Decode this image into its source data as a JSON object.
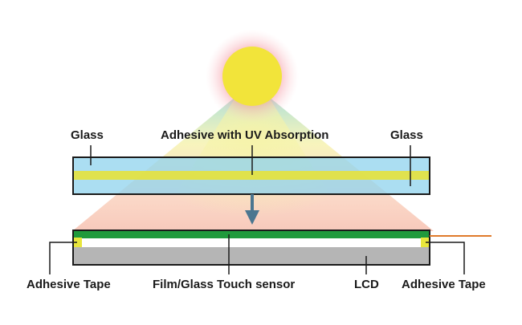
{
  "labels": {
    "glass_left": "Glass",
    "adhesive_uv": "Adhesive with UV Absorption",
    "glass_right": "Glass",
    "adhesive_tape_left": "Adhesive Tape",
    "touch_sensor": "Film/Glass Touch sensor",
    "lcd": "LCD",
    "adhesive_tape_right": "Adhesive Tape"
  },
  "colors": {
    "sun": "#f2e43a",
    "sun_glow": "#f06a7a",
    "glass": "#8fd3ee",
    "adhesive": "#e6e23c",
    "sensor": "#1f9a3c",
    "film": "#ffffff",
    "lcd": "#b5b5b5",
    "tape": "#e8e63c",
    "cable": "#e07a2a",
    "arrow": "#4b7690",
    "outline": "#1a1a1a"
  },
  "icons": {
    "sun": "sun-icon",
    "arrow": "arrow-down-icon"
  }
}
